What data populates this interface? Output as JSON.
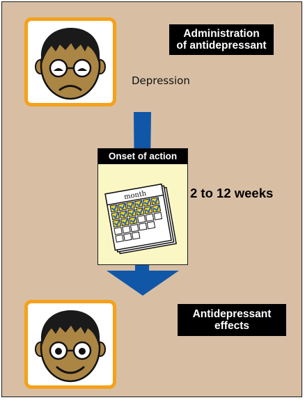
{
  "top_label": [
    "Administration",
    "of antidepressant"
  ],
  "state_before": "Depression",
  "onset": {
    "header": "Onset of action",
    "calendar_word": "month",
    "duration": "2 to 12 weeks"
  },
  "bottom_label": [
    "Antidepressant",
    "effects"
  ],
  "colors": {
    "background": "#d8bfa4",
    "frame_accent": "#f5a11a",
    "arrow": "#1157a8",
    "card": "#fbf7c4",
    "skin": "#ab8544",
    "check": "#e8d62a"
  },
  "icons": {
    "before": "sad-face-icon",
    "after": "smiling-face-icon",
    "calendar": "calendar-icon"
  }
}
